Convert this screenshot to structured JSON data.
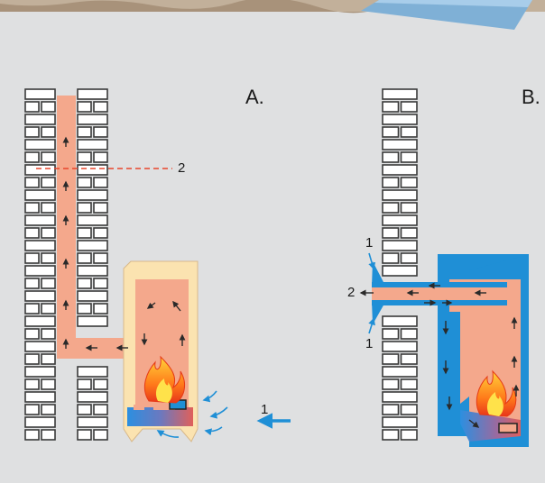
{
  "diagram": {
    "panel_a": {
      "title": "A.",
      "callouts": {
        "air_inlet": "1",
        "cross_section": "2"
      }
    },
    "panel_b": {
      "title": "B.",
      "callouts": {
        "inlet_top": "1",
        "outlet": "2",
        "inlet_bottom": "1"
      }
    },
    "colors": {
      "background": "#dfe0e1",
      "hot_gas": "#f4a88c",
      "cold_air": "#1f8fd6",
      "stove_casing": "#fbe3b0",
      "brick_outline": "#3a3a3a",
      "section_line": "#e8452c"
    },
    "icons": [
      "flame-icon",
      "flow-arrow-icon",
      "air-inlet-arrow-icon"
    ]
  }
}
